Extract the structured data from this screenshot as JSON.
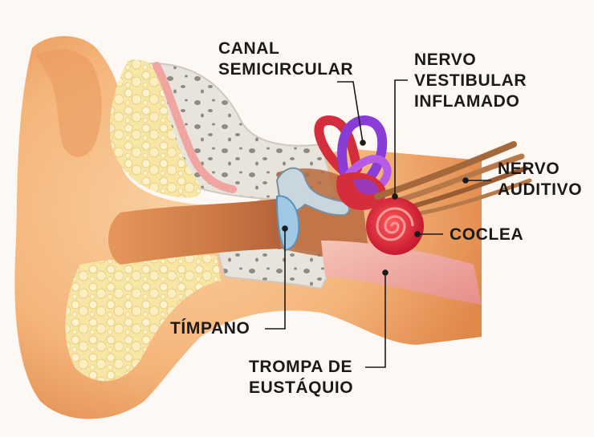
{
  "labels": {
    "semicircular_canal": "CANAL\nSEMICIRCULAR",
    "vestibular_nerve": "NERVO\nVESTIBULAR\nINFLAMADO",
    "auditory_nerve": "NERVO\nAUDITIVO",
    "cochlea": "COCLEA",
    "eardrum": "TÍMPANO",
    "eustachian_tube": "TROMPA DE\nEUSTÁQUIO"
  },
  "colors": {
    "background": "#fdf8f4",
    "skin": "#f5b57a",
    "skin_shadow": "#e0874a",
    "bone": "#e8e4dc",
    "fat": "#f8e6a6",
    "canal": "#cd7a45",
    "semicircular_canal": "#8a3cd6",
    "vestibule": "#d42e3d",
    "cochlea": "#e5202f",
    "nerve": "#a4683a",
    "eardrum": "#9fc7e6",
    "eustachian_tube": "#f0b1aa",
    "leader_line": "#1a1a1a"
  }
}
